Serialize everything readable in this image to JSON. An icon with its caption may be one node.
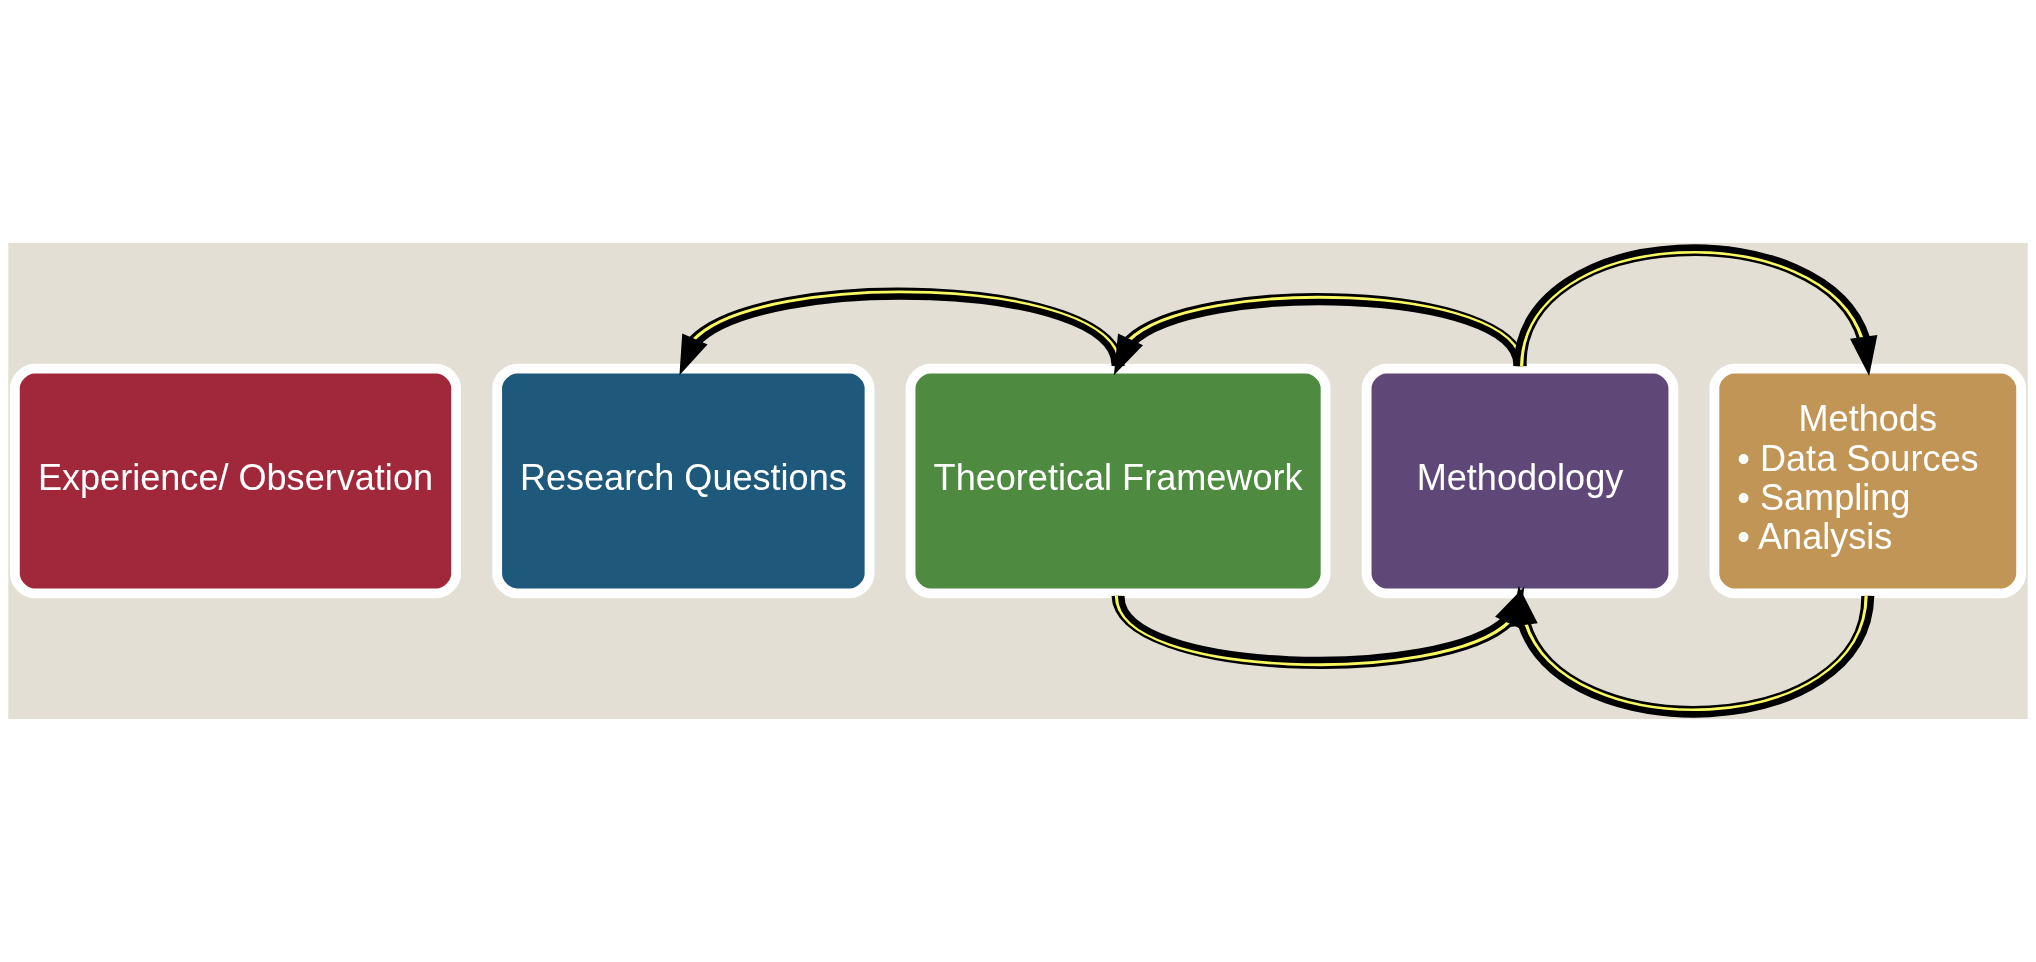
{
  "diagram": {
    "nodes": [
      {
        "text": [
          "Experience/ Observation"
        ]
      },
      {
        "text": [
          "Research Questions"
        ]
      },
      {
        "text": [
          "Theoretical Framework"
        ]
      },
      {
        "text": [
          "Methodology"
        ]
      },
      {
        "text": [
          "Methods",
          "• Data Sources",
          "• Sampling",
          "• Analysis"
        ]
      }
    ],
    "edges": [
      {
        "from": 2,
        "to": 1,
        "arrow": "to"
      },
      {
        "from": 3,
        "to": 2,
        "arrow": "to"
      },
      {
        "from": 3,
        "to": 4,
        "arrow": "to"
      },
      {
        "from": 2,
        "to": 3,
        "arrow": "to"
      },
      {
        "from": 4,
        "to": 3,
        "arrow": "to"
      }
    ]
  }
}
